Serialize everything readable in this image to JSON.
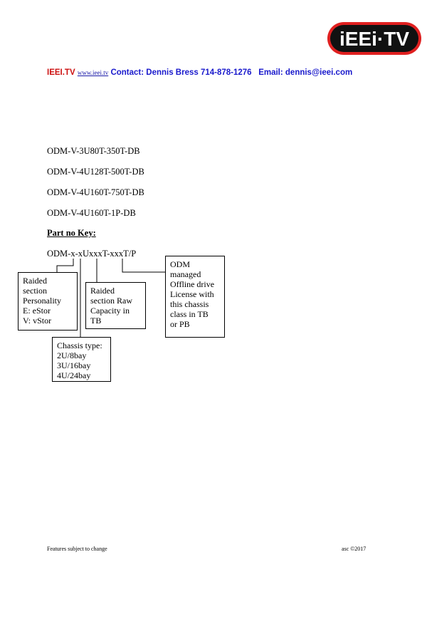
{
  "header": {
    "logo_text": "iEEi·TV",
    "brand": "IEEI.TV",
    "website": "www.ieei.tv",
    "contact": "Contact: Dennis Bress 714-878-1276",
    "email": "Email: dennis@ieei.com"
  },
  "parts": [
    "ODM-V-3U80T-350T-DB",
    "ODM-V-4U128T-500T-DB",
    "ODM-V-4U160T-750T-DB",
    "ODM-V-4U160T-1P-DB"
  ],
  "key": {
    "title": "Part no Key:",
    "pattern": "ODM-x-xUxxxT-xxxT/P",
    "personality": [
      "Raided",
      "section",
      "Personality",
      "E: eStor",
      "V: vStor"
    ],
    "raw_capacity": [
      "Raided",
      "section Raw",
      "Capacity in",
      "TB"
    ],
    "chassis": [
      "Chassis type:",
      "2U/8bay",
      "3U/16bay",
      "4U/24bay"
    ],
    "license": [
      "ODM",
      "managed",
      "Offline drive",
      "License with",
      "this chassis",
      "class in TB",
      "or PB"
    ]
  },
  "footer": {
    "left": "Features subject to change",
    "right": "asc ©2017"
  },
  "colors": {
    "logo_red": "#e02020",
    "logo_black": "#111111",
    "brand_red": "#cc1111",
    "contact_blue": "#1a1acc"
  }
}
